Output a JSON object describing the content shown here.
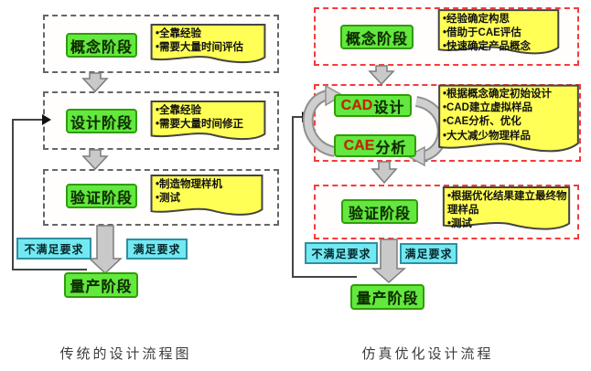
{
  "left": {
    "caption": "传统的设计流程图",
    "stages": [
      {
        "title": "概念阶段",
        "notes": [
          "全靠经验",
          "需要大量时间评估"
        ]
      },
      {
        "title": "设计阶段",
        "notes": [
          "全靠经验",
          "需要大量时间修正"
        ]
      },
      {
        "title": "验证阶段",
        "notes": [
          "制造物理样机",
          "测试"
        ]
      }
    ],
    "fail": "不满足要求",
    "pass": "满足要求",
    "final": "量产阶段"
  },
  "right": {
    "caption": "仿真优化设计流程",
    "concept": {
      "title": "概念阶段",
      "notes": [
        "经验确定构思",
        "借助于CAE评估",
        "快速确定产品概念"
      ]
    },
    "loop": {
      "cad_en": "CAD",
      "cad_zh": "设计",
      "cae_en": "CAE",
      "cae_zh": "分析",
      "notes": [
        "根据概念确定初始设计",
        "CAD建立虚拟样品",
        "CAE分析、优化",
        "大大减少物理样品"
      ]
    },
    "verify": {
      "title": "验证阶段",
      "notes": [
        "根据优化结果建立最终物理样品",
        "测试"
      ]
    },
    "fail": "不满足要求",
    "pass": "满足要求",
    "final": "量产阶段"
  },
  "colors": {
    "stage_green": "#63e83e",
    "note_yellow": "#ffff55",
    "decision_cyan": "#72e9f1",
    "left_dash": "#666666",
    "right_dash": "#f43b3b",
    "cad_cae_red": "#c42307",
    "arrow_gray": "#c9c9c9"
  }
}
